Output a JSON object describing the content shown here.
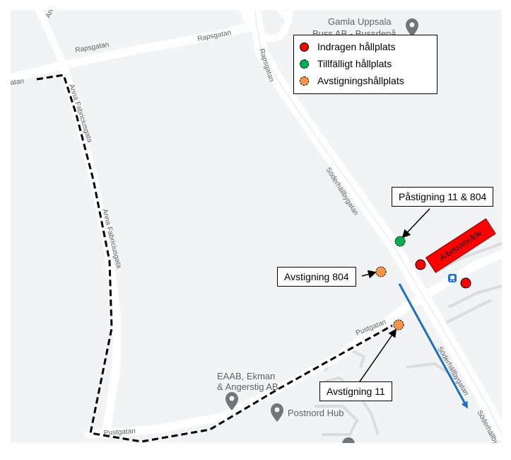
{
  "map": {
    "streets": {
      "arkgatan": "Arkgatan",
      "rapsgatan_west": "Rapsgatan",
      "rapsgatan_east": "Rapsgatan",
      "rapsgatan_vertical": "Rapsgatan",
      "gatan_fragment": "atan",
      "anna_fabriciusgata_north": "Anna Fabriciusgata",
      "anna_fabriciusgata_south": "Anna Fabriciusgata",
      "soderhallbygatan_north": "Söderhällbygatan",
      "soderhallbygatan_south": "Söderhällbygatan",
      "soderhallbygatan_edge": "Söderhällby",
      "pustgatan_east": "Pustgatan",
      "pustgatan_west": "Pustgatan"
    },
    "pois": {
      "gamla_uppsala_line1": "Gamla Uppsala",
      "gamla_uppsala_line2": "Buss AB - Bussdepå...",
      "eaab_line1": "EAAB, Ekman",
      "eaab_line2": "& Angerstig AB",
      "postnord": "Postnord Hub"
    },
    "work_area_label": "Arbetsområde"
  },
  "legend": {
    "items": [
      {
        "label": "Indragen hållplats",
        "color": "#ff0000"
      },
      {
        "label": "Tillfälligt hållplats",
        "color": "#00b050"
      },
      {
        "label": "Avstigningshållplats",
        "color": "#f79646"
      }
    ]
  },
  "callouts": {
    "pastigning": "Påstigning 11 & 804",
    "avstigning_804": "Avstigning 804",
    "avstigning_11": "Avstigning 11"
  },
  "colors": {
    "map_background": "#f1f3f4",
    "road": "#ffffff",
    "detour": "#000000",
    "direction_arrow": "#1f6fc0",
    "bus_stop_icon": "#1a73e8"
  },
  "icons": {
    "poi_pin": "map-pin-icon",
    "bus_stop": "bus-stop-icon"
  }
}
